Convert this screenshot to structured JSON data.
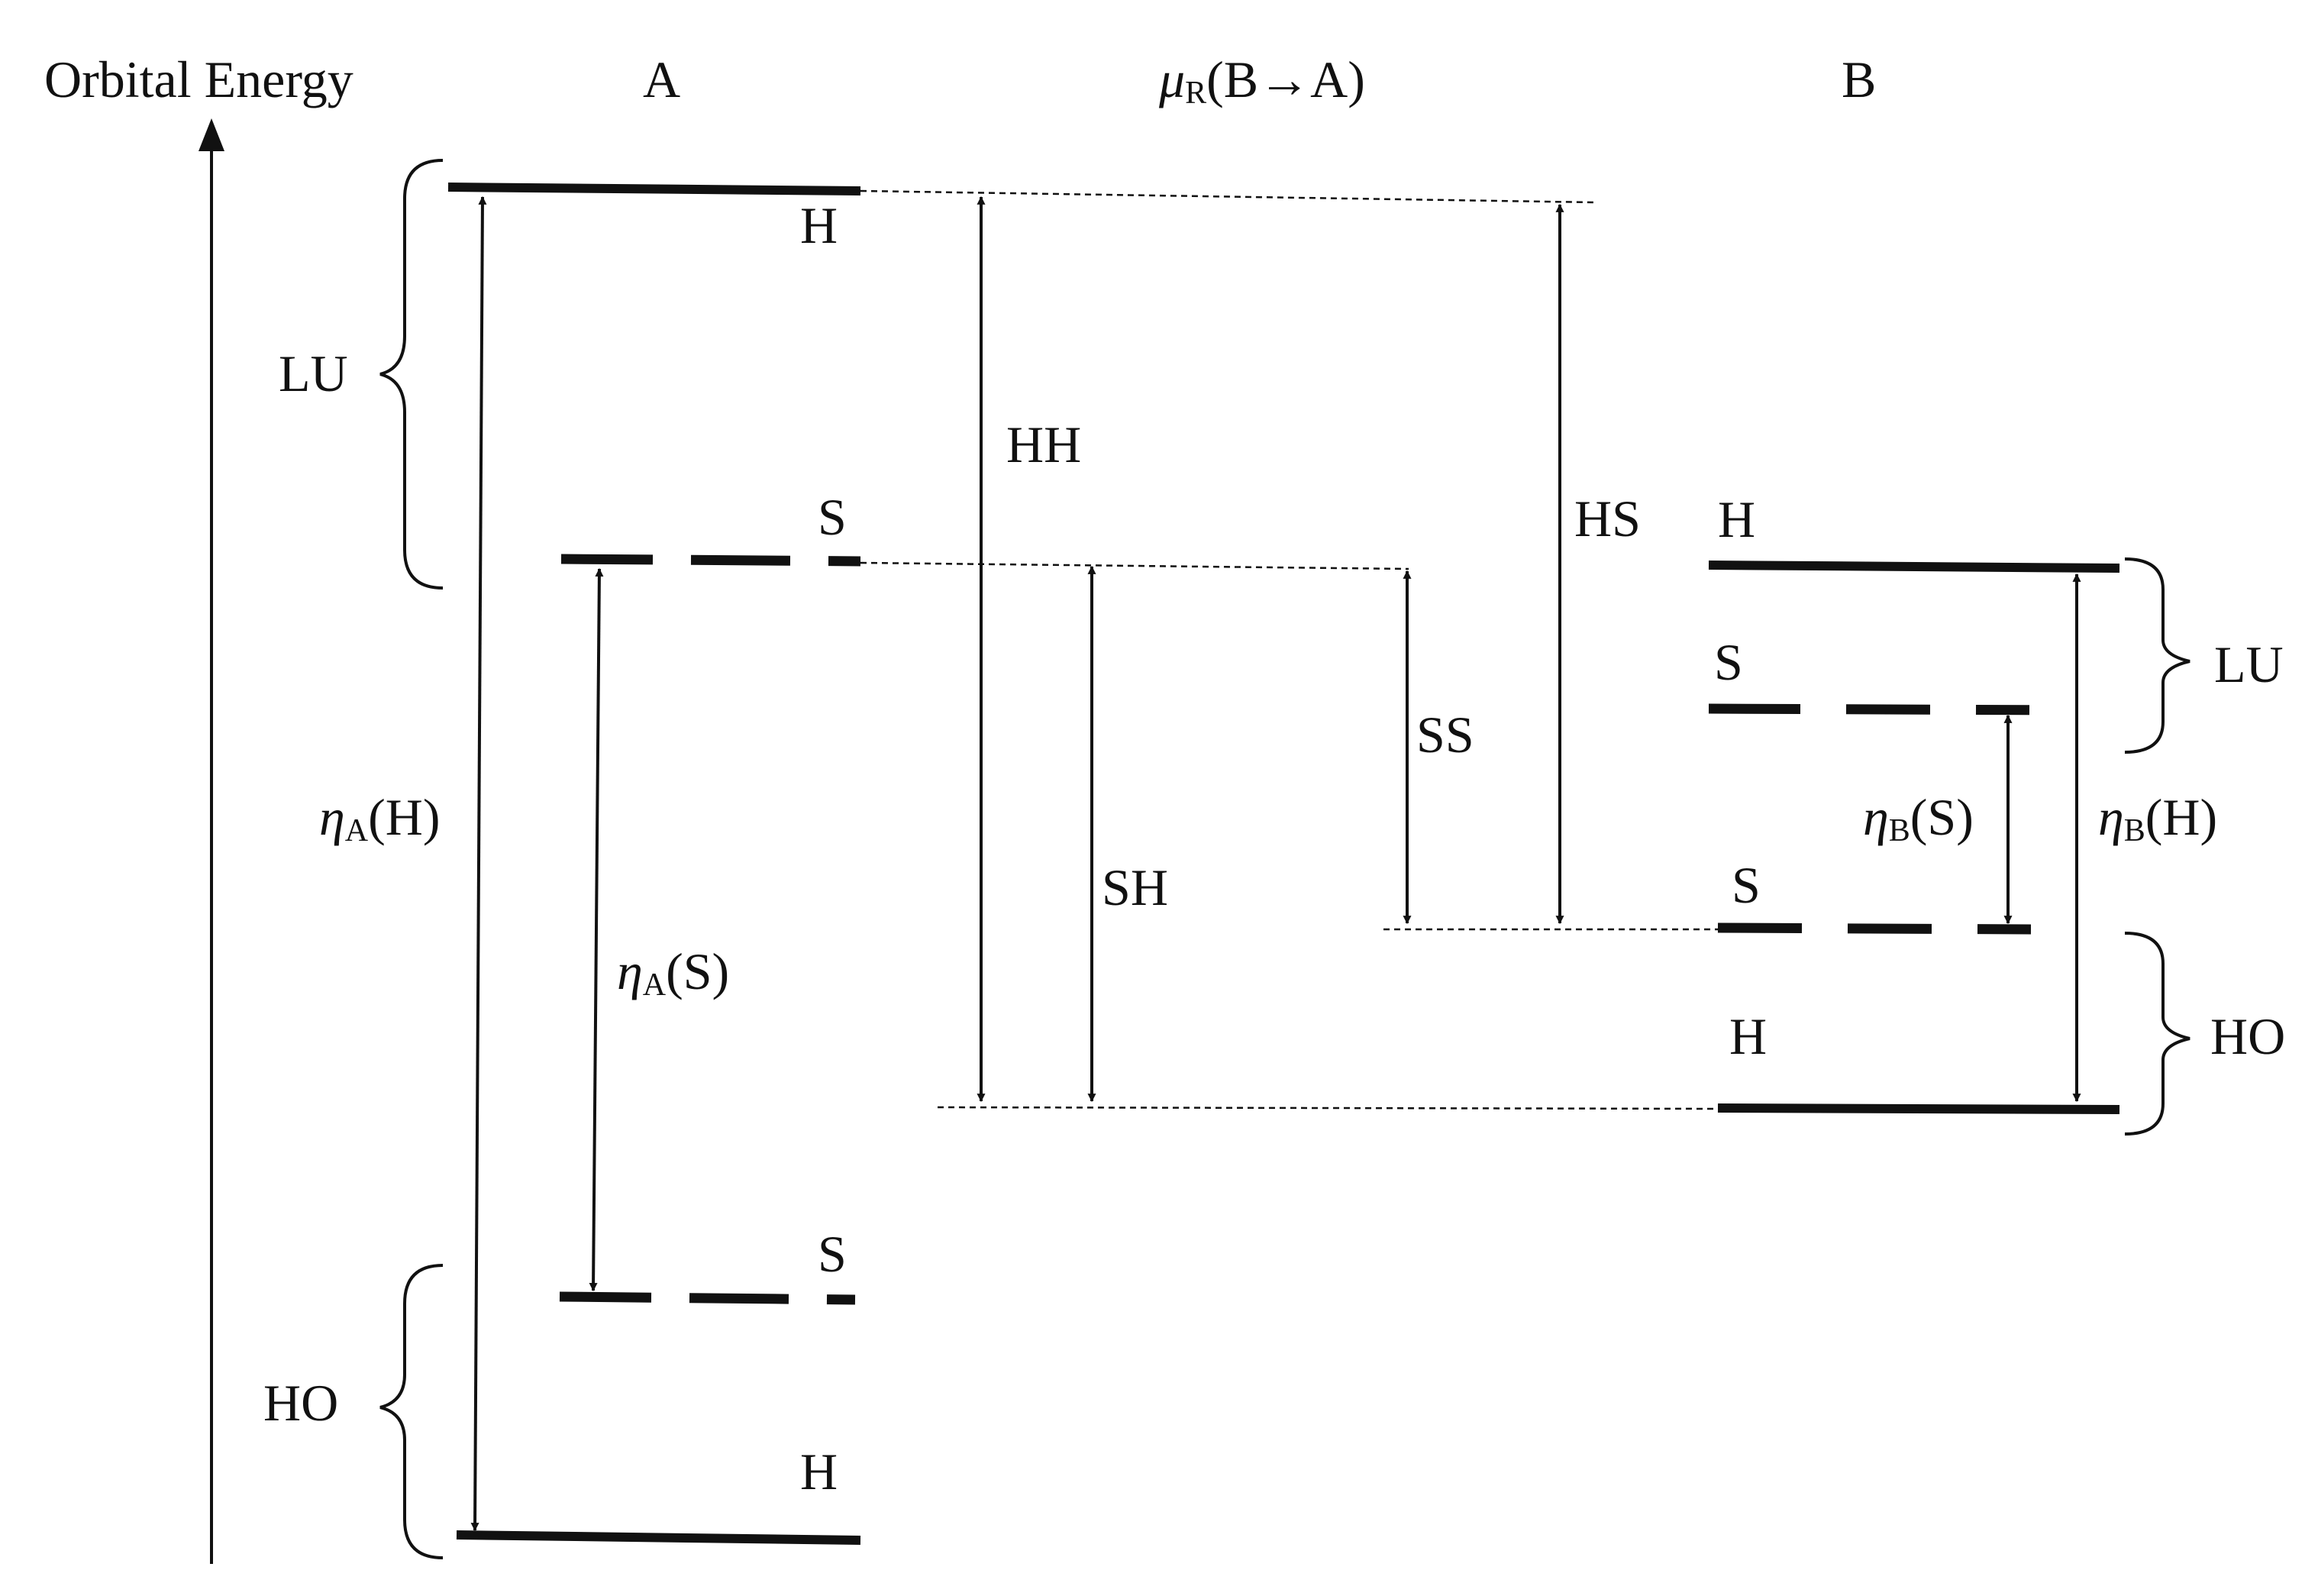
{
  "axis": {
    "label": "Orbital Energy"
  },
  "headers": {
    "a": "A",
    "b": "B",
    "mu_symbol": "μ",
    "mu_sub": "R",
    "mu_arg": "(B→A)"
  },
  "levels": {
    "a_hard_lumo": "H",
    "a_soft_lumo": "S",
    "a_soft_homo": "S",
    "a_hard_homo": "H",
    "b_hard_lumo": "H",
    "b_soft_lumo": "S",
    "b_soft_homo": "S",
    "b_hard_homo": "H"
  },
  "braces": {
    "a_lu": "LU",
    "a_ho": "HO",
    "b_lu": "LU",
    "b_ho": "HO"
  },
  "gaps": {
    "eta_symbol": "η",
    "eta_a_h_sub": "A",
    "eta_a_h_arg": "(H)",
    "eta_a_s_sub": "A",
    "eta_a_s_arg": "(S)",
    "eta_b_s_sub": "B",
    "eta_b_s_arg": "(S)",
    "eta_b_h_sub": "B",
    "eta_b_h_arg": "(H)"
  },
  "transitions": {
    "hh": "HH",
    "hs": "HS",
    "ss": "SS",
    "sh": "SH"
  }
}
